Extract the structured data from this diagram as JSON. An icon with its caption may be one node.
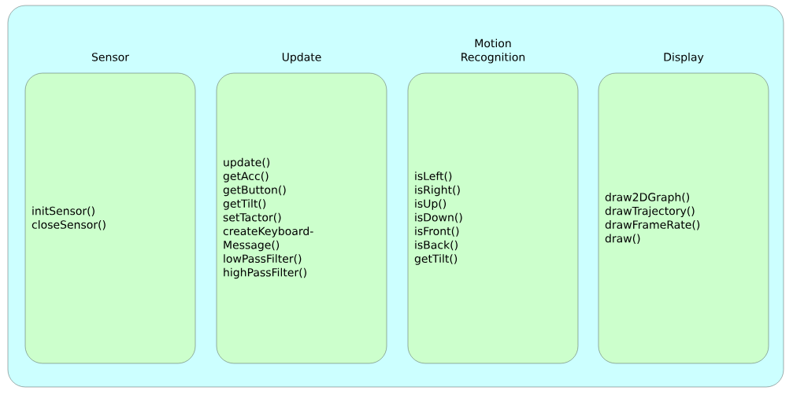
{
  "diagram": {
    "nodes": [
      {
        "text": [],
        "shape": "box"
      },
      {
        "text": [
          "Sensor",
          "initSensor()",
          "closeSensor()"
        ],
        "in": 0
      },
      {
        "text": [
          "Update",
          "update()",
          "getAcc()",
          "getButton()",
          "getTilt()",
          "setTactor()",
          "createKeyboard-Message()",
          "lowPassFilter()",
          "highPassFilter()"
        ],
        "in": 0
      },
      {
        "text": [
          "Motion Recognition",
          "isLeft()",
          "isRight()",
          "isUp()",
          "isDown()",
          "isFront()",
          "isBack()",
          "getTilt()"
        ],
        "in": 0
      },
      {
        "text": [
          "Display",
          "draw2DGraph()",
          "drawTrajectory()",
          "drawFrameRate()",
          "draw()"
        ],
        "in": 0
      }
    ]
  }
}
